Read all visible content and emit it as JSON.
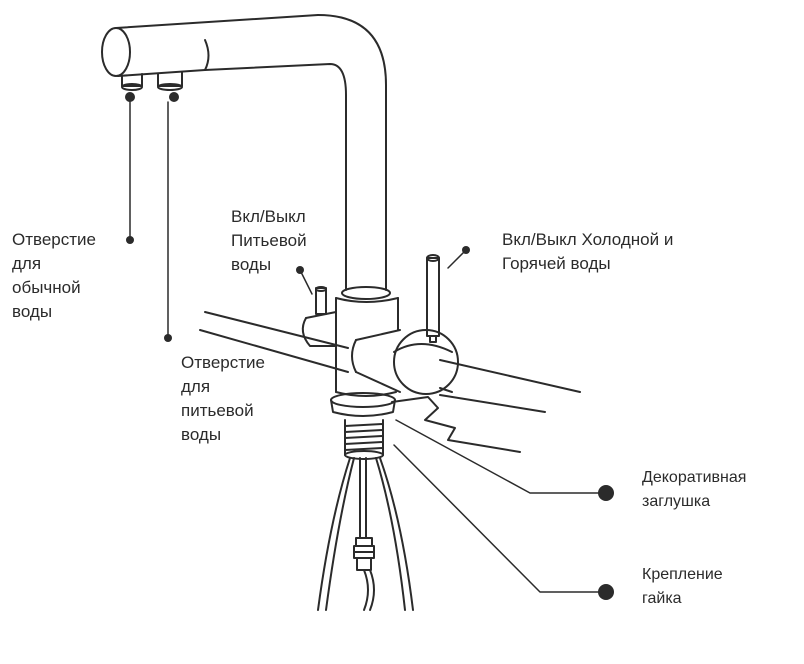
{
  "labels": {
    "regular_water_outlet": [
      "Отверстие",
      "для",
      "обычной",
      "воды"
    ],
    "drinking_water_outlet": [
      "Отверстие",
      "для",
      "питьевой",
      "воды"
    ],
    "drinking_water_switch": [
      "Вкл/Выкл",
      "Питьевой",
      "воды"
    ],
    "hot_cold_switch": [
      "Вкл/Выкл Холодной и",
      "Горячей воды"
    ],
    "decorative_cap": [
      "Декоративная",
      "заглушка"
    ],
    "mounting_nut": [
      "Крепление",
      "гайка"
    ]
  },
  "colors": {
    "line": "#2b2b2b",
    "text": "#2b2b2b",
    "background": "#ffffff"
  }
}
